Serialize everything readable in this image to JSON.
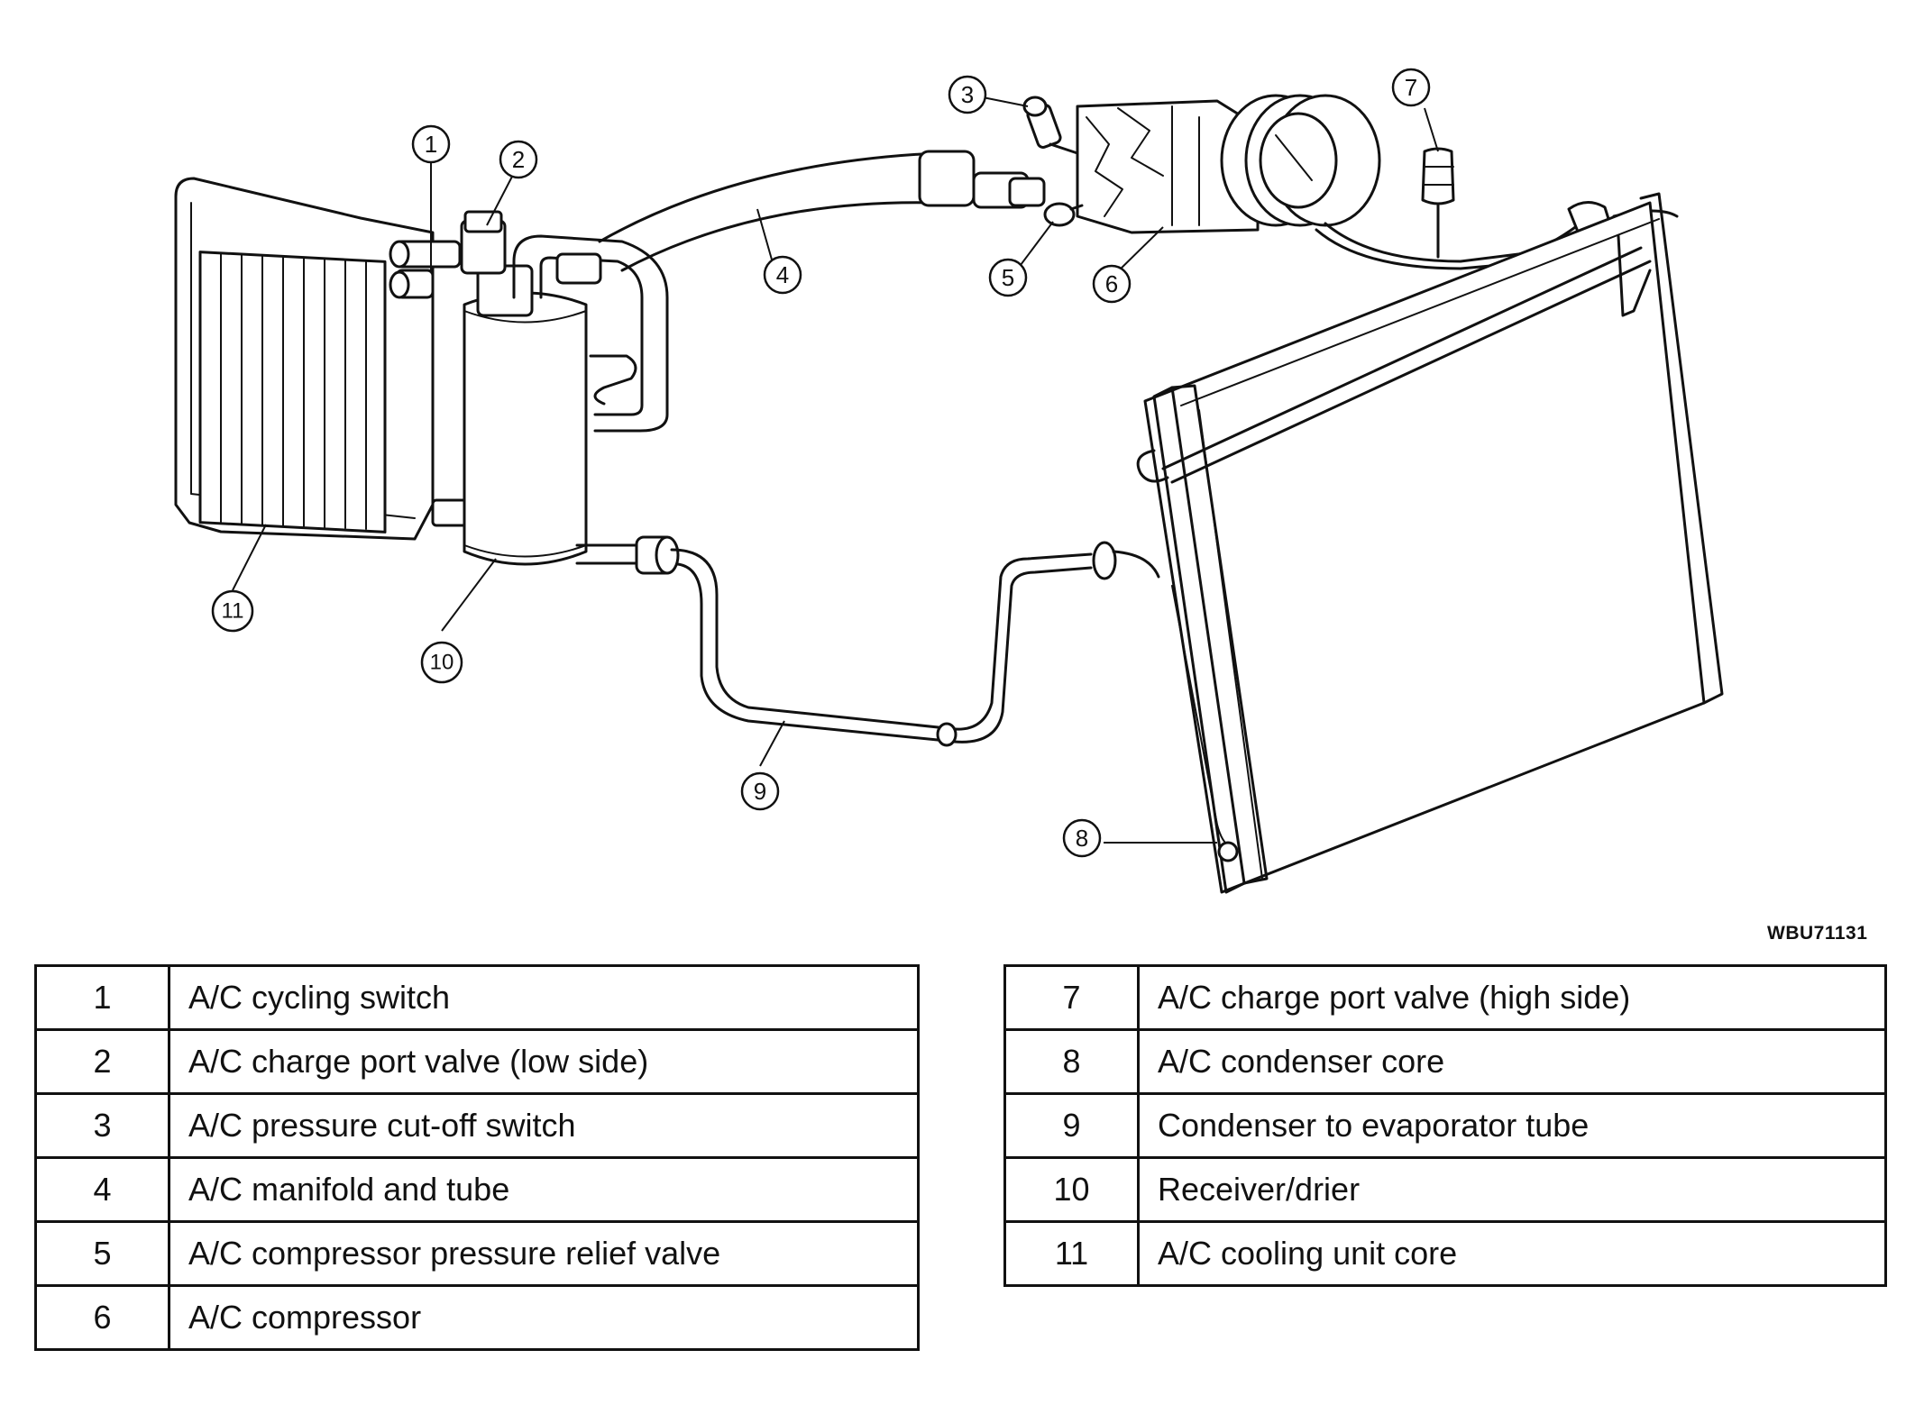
{
  "figure_code": "WBU71131",
  "callouts": [
    {
      "n": "1"
    },
    {
      "n": "2"
    },
    {
      "n": "3"
    },
    {
      "n": "4"
    },
    {
      "n": "5"
    },
    {
      "n": "6"
    },
    {
      "n": "7"
    },
    {
      "n": "8"
    },
    {
      "n": "9"
    },
    {
      "n": "10"
    },
    {
      "n": "11"
    }
  ],
  "legend": {
    "left": [
      {
        "num": "1",
        "label": "A/C cycling switch"
      },
      {
        "num": "2",
        "label": "A/C charge port valve (low side)"
      },
      {
        "num": "3",
        "label": "A/C pressure cut-off switch"
      },
      {
        "num": "4",
        "label": "A/C manifold and tube"
      },
      {
        "num": "5",
        "label": "A/C compressor pressure relief valve"
      },
      {
        "num": "6",
        "label": "A/C compressor"
      }
    ],
    "right": [
      {
        "num": "7",
        "label": "A/C charge port valve (high side)"
      },
      {
        "num": "8",
        "label": "A/C condenser core"
      },
      {
        "num": "9",
        "label": "Condenser to evaporator tube"
      },
      {
        "num": "10",
        "label": "Receiver/drier"
      },
      {
        "num": "11",
        "label": "A/C cooling unit core"
      }
    ]
  }
}
